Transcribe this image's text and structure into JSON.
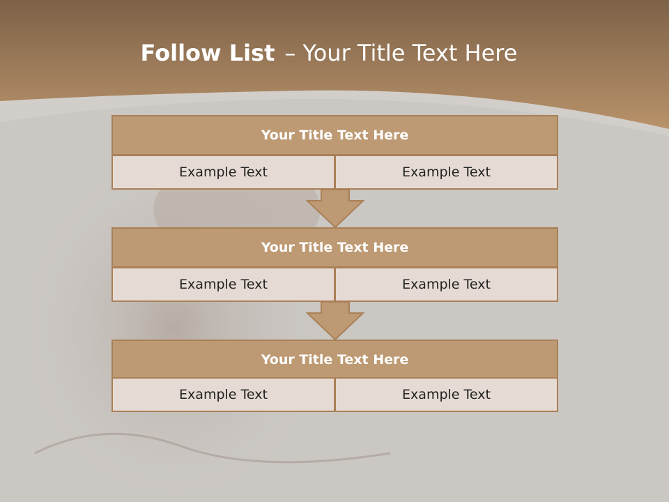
{
  "slide": {
    "title_bold": "Follow List",
    "title_separator": "–",
    "title_rest": "Your Title Text Here"
  },
  "blocks": [
    {
      "title": "Your Title Text Here",
      "left": "Example Text",
      "right": "Example Text"
    },
    {
      "title": "Your Title Text Here",
      "left": "Example Text",
      "right": "Example Text"
    },
    {
      "title": "Your Title Text Here",
      "left": "Example Text",
      "right": "Example Text"
    }
  ],
  "colors": {
    "header_band": "#9a7655",
    "block_title_fill": "#bd9a73",
    "block_border": "#a98058",
    "cell_fill": "#e6dbd4",
    "background": "#cbc7c3"
  }
}
